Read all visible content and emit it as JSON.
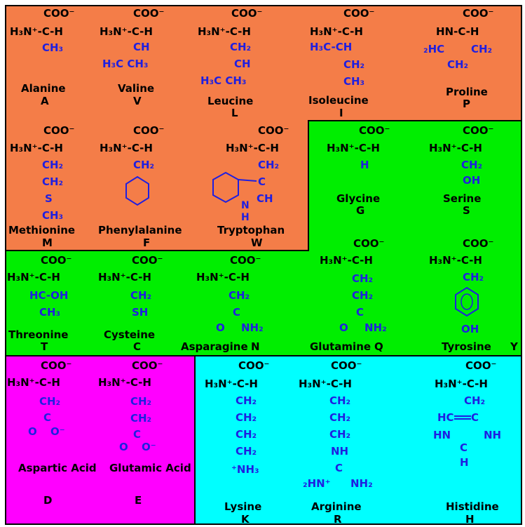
{
  "colors": {
    "nonpolar": "#f47d48",
    "polar": "#00ee00",
    "acidic": "#ff00ff",
    "basic": "#00ffff",
    "backbone_text": "#000000",
    "sidechain_text": "#1f1fe0"
  },
  "amino_acids": [
    {
      "name": "Alanine",
      "code": "A",
      "backbone": [
        "COO⁻",
        "H₃N⁺-C-H"
      ],
      "sidechain": [
        "CH₃"
      ]
    },
    {
      "name": "Valine",
      "code": "V",
      "backbone": [
        "COO⁻",
        "H₃N⁺-C-H"
      ],
      "sidechain": [
        "CH",
        "H₃C   CH₃"
      ]
    },
    {
      "name": "Leucine",
      "code": "L",
      "backbone": [
        "COO⁻",
        "H₃N⁺-C-H"
      ],
      "sidechain": [
        "CH₂",
        "CH",
        "H₃C   CH₃"
      ]
    },
    {
      "name": "Isoleucine",
      "code": "I",
      "backbone": [
        "COO⁻",
        "H₃N⁺-C-H"
      ],
      "sidechain": [
        "H₃C-CH",
        "CH₂",
        "CH₃"
      ]
    },
    {
      "name": "Proline",
      "code": "P",
      "backbone": [
        "COO⁻",
        "HN-C-H"
      ],
      "sidechain": [
        "₂HC",
        "CH₂",
        "CH₂"
      ]
    },
    {
      "name": "Methionine",
      "code": "M",
      "backbone": [
        "COO⁻",
        "H₃N⁺-C-H"
      ],
      "sidechain": [
        "CH₂",
        "CH₂",
        "S",
        "CH₃"
      ]
    },
    {
      "name": "Phenylalanine",
      "code": "F",
      "backbone": [
        "COO⁻",
        "H₃N⁺-C-H"
      ],
      "sidechain": [
        "CH₂"
      ]
    },
    {
      "name": "Tryptophan",
      "code": "W",
      "backbone": [
        "COO⁻",
        "H₃N⁺-C-H"
      ],
      "sidechain": [
        "CH₂",
        "C",
        "CH",
        "N",
        "H"
      ]
    },
    {
      "name": "Glycine",
      "code": "G",
      "backbone": [
        "COO⁻",
        "H₃N⁺-C-H"
      ],
      "sidechain": [
        "H"
      ]
    },
    {
      "name": "Serine",
      "code": "S",
      "backbone": [
        "COO⁻",
        "H₃N⁺-C-H"
      ],
      "sidechain": [
        "CH₂",
        "OH"
      ]
    },
    {
      "name": "Threonine",
      "code": "T",
      "backbone": [
        "COO⁻",
        "H₃N⁺-C-H"
      ],
      "sidechain": [
        "HC-OH",
        "CH₃"
      ]
    },
    {
      "name": "Cysteine",
      "code": "C",
      "backbone": [
        "COO⁻",
        "H₃N⁺-C-H"
      ],
      "sidechain": [
        "CH₂",
        "SH"
      ]
    },
    {
      "name": "Asparagine",
      "code": "N",
      "backbone": [
        "COO⁻",
        "H₃N⁺-C-H"
      ],
      "sidechain": [
        "CH₂",
        "C",
        "O",
        "NH₂"
      ]
    },
    {
      "name": "Glutamine",
      "code": "Q",
      "backbone": [
        "COO⁻",
        "H₃N⁺-C-H"
      ],
      "sidechain": [
        "CH₂",
        "CH₂",
        "C",
        "O",
        "NH₂"
      ]
    },
    {
      "name": "Tyrosine",
      "code": "Y",
      "backbone": [
        "COO⁻",
        "H₃N⁺-C-H"
      ],
      "sidechain": [
        "CH₂",
        "OH"
      ]
    },
    {
      "name": "Aspartic Acid",
      "code": "D",
      "backbone": [
        "COO⁻",
        "H₃N⁺-C-H"
      ],
      "sidechain": [
        "CH₂",
        "C",
        "O",
        "O⁻"
      ]
    },
    {
      "name": "Glutamic Acid",
      "code": "E",
      "backbone": [
        "COO⁻",
        "H₃N⁺-C-H"
      ],
      "sidechain": [
        "CH₂",
        "CH₂",
        "C",
        "O",
        "O⁻"
      ]
    },
    {
      "name": "Lysine",
      "code": "K",
      "backbone": [
        "COO⁻",
        "H₃N⁺-C-H"
      ],
      "sidechain": [
        "CH₂",
        "CH₂",
        "CH₂",
        "CH₂",
        "⁺NH₃"
      ]
    },
    {
      "name": "Arginine",
      "code": "R",
      "backbone": [
        "COO⁻",
        "H₃N⁺-C-H"
      ],
      "sidechain": [
        "CH₂",
        "CH₂",
        "CH₂",
        "NH",
        "C",
        "₂HN⁺",
        "NH₂"
      ]
    },
    {
      "name": "Histidine",
      "code": "H",
      "backbone": [
        "COO⁻",
        "H₃N⁺-C-H"
      ],
      "sidechain": [
        "CH₂",
        "HC",
        "C",
        "HN",
        "NH",
        "C",
        "H"
      ]
    }
  ]
}
